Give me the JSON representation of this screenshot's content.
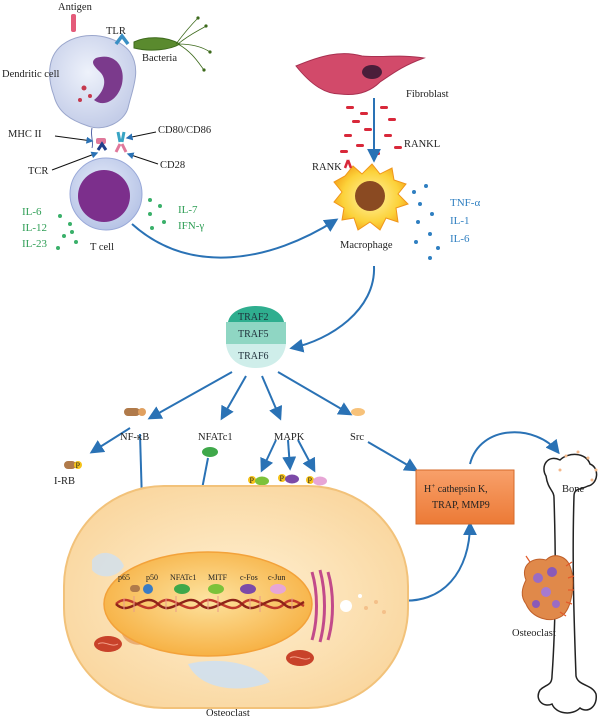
{
  "immune": {
    "antigen": "Antigen",
    "tlr": "TLR",
    "dendritic_cell": "Dendritic cell",
    "bacteria": "Bacteria",
    "mhc2": "MHC II",
    "cd80_86": "CD80/CD86",
    "tcr": "TCR",
    "cd28": "CD28",
    "t_cell": "T cell",
    "cytokines_left": [
      "IL-6",
      "IL-12",
      "IL-23"
    ],
    "cytokines_right": [
      "IL-7",
      "IFN-γ"
    ]
  },
  "macrophage_area": {
    "fibroblast": "Fibroblast",
    "rankl": "RANKL",
    "rank": "RANK",
    "macrophage": "Macrophage",
    "cytokines": [
      "TNF-α",
      "IL-1",
      "IL-6"
    ]
  },
  "traf": [
    "TRAF2",
    "TRAF5",
    "TRAF6"
  ],
  "pathways": {
    "nfkb": "NF-κB",
    "nfatc1": "NFATc1",
    "mapk": "MAPK",
    "src": "Src",
    "irb": "I-RB",
    "phospho": "P"
  },
  "nucleus_labels": [
    "p65",
    "p50",
    "NFATc1",
    "MITF",
    "c-Fos",
    "c-Jun"
  ],
  "osteoclast_label": "Osteoclast",
  "enzymes": {
    "line1_prefix": "H",
    "line1_sup": "+",
    "line1_rest": " cathepsin K,",
    "line2": "TRAP, MMP9"
  },
  "bone": {
    "bone": "Bone",
    "osteoclast": "Osteoclast"
  },
  "colors": {
    "arrow": "#2a72b5",
    "green_text": "#2e9e55",
    "blue_text": "#2f7fc1",
    "traf2": "#2fae8f",
    "traf5": "#8fd6c3",
    "traf6": "#cfeeea",
    "enzyme_box": "#f08a47",
    "osteoclast_body": "#fde3b8",
    "nucleus": "#f9b94c"
  }
}
